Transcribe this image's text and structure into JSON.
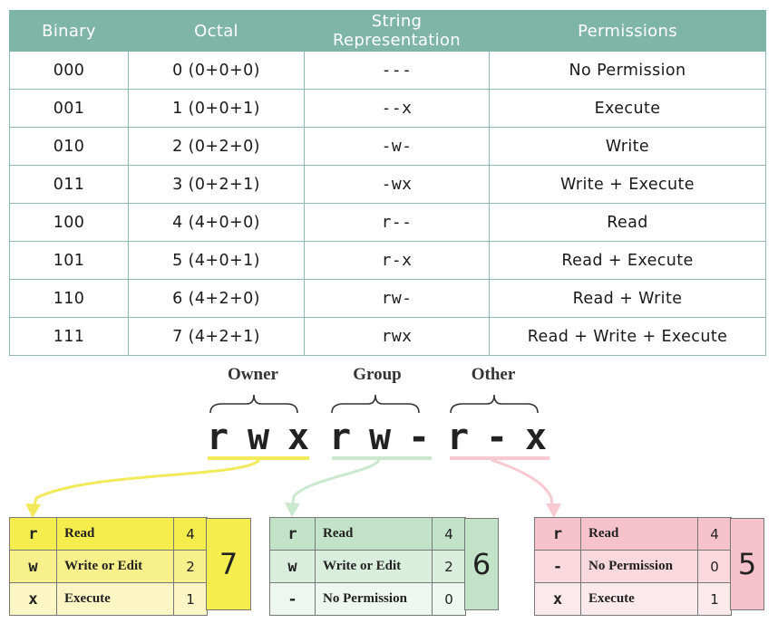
{
  "table": {
    "headers": [
      "Binary",
      "Octal",
      "String Representation",
      "Permissions"
    ],
    "rows": [
      [
        "000",
        "0 (0+0+0)",
        "---",
        "No Permission"
      ],
      [
        "001",
        "1 (0+0+1)",
        "--x",
        "Execute"
      ],
      [
        "010",
        "2 (0+2+0)",
        "-w-",
        "Write"
      ],
      [
        "011",
        "3 (0+2+1)",
        "-wx",
        "Write + Execute"
      ],
      [
        "100",
        "4 (4+0+0)",
        "r--",
        "Read"
      ],
      [
        "101",
        "5 (4+0+1)",
        "r-x",
        "Read + Execute"
      ],
      [
        "110",
        "6 (4+2+0)",
        "rw-",
        "Read + Write"
      ],
      [
        "111",
        "7 (4+2+1)",
        "rwx",
        "Read + Write + Execute"
      ]
    ]
  },
  "diagram": {
    "groups": [
      {
        "label": "Owner",
        "chars": [
          "r",
          "w",
          "x"
        ],
        "color": "#f2ea5a",
        "rows": [
          {
            "symbol": "r",
            "desc": "Read",
            "value": "4"
          },
          {
            "symbol": "w",
            "desc": "Write or Edit",
            "value": "2"
          },
          {
            "symbol": "x",
            "desc": "Execute",
            "value": "1"
          }
        ],
        "total": "7"
      },
      {
        "label": "Group",
        "chars": [
          "r",
          "w",
          "-"
        ],
        "color": "#c9e8cd",
        "rows": [
          {
            "symbol": "r",
            "desc": "Read",
            "value": "4"
          },
          {
            "symbol": "w",
            "desc": "Write or Edit",
            "value": "2"
          },
          {
            "symbol": "-",
            "desc": "No Permission",
            "value": "0"
          }
        ],
        "total": "6"
      },
      {
        "label": "Other",
        "chars": [
          "r",
          "-",
          "x"
        ],
        "color": "#f7c9d0",
        "rows": [
          {
            "symbol": "r",
            "desc": "Read",
            "value": "4"
          },
          {
            "symbol": "-",
            "desc": "No Permission",
            "value": "0"
          },
          {
            "symbol": "x",
            "desc": "Execute",
            "value": "1"
          }
        ],
        "total": "5"
      }
    ]
  },
  "colors": {
    "header": "#7fb5a6",
    "owner_row": [
      "#f5ec4e",
      "#f8f08a",
      "#fbf6c4"
    ],
    "group_row": [
      "#c3e3c8",
      "#daeedd",
      "#eef7ef"
    ],
    "other_row": [
      "#f6c3cc",
      "#f9d8de",
      "#fce9ec"
    ]
  }
}
